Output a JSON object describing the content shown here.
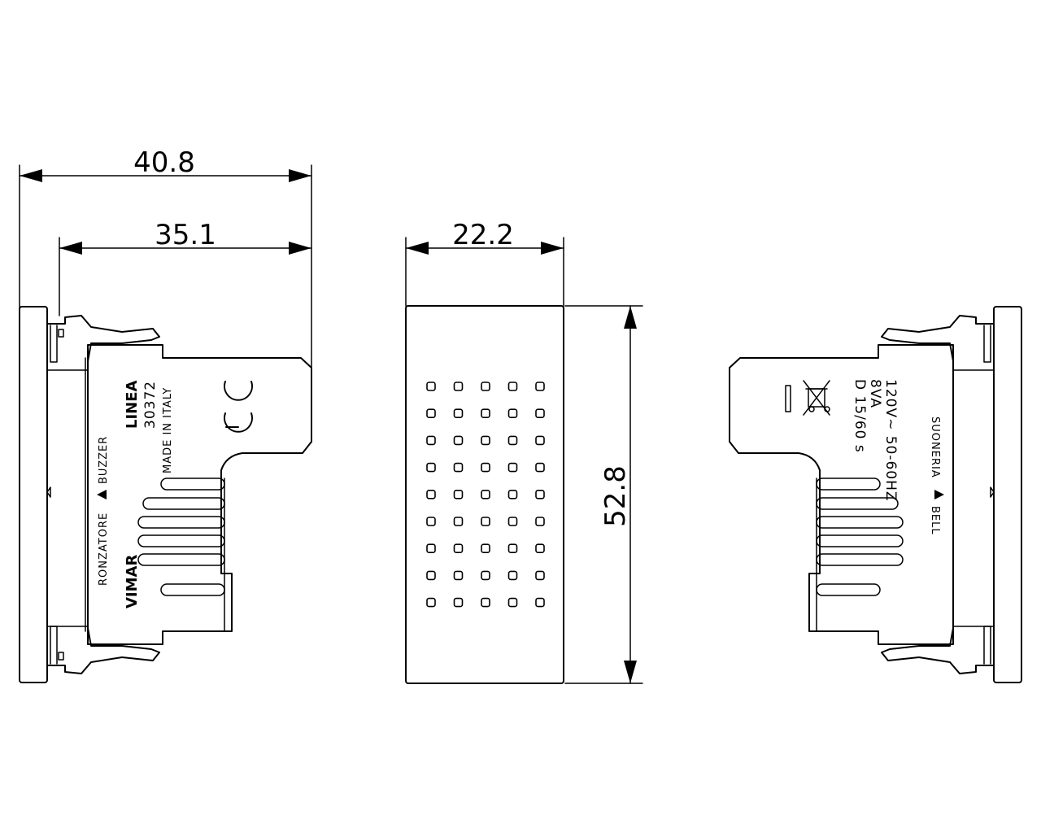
{
  "dimensions": {
    "overall_depth": "40.8",
    "body_depth": "35.1",
    "width": "22.2",
    "height": "52.8"
  },
  "left_side_labels": {
    "brand": "VIMAR",
    "product_type": "RONZATORE",
    "product_type_en": "BUZZER",
    "series": "LINEA",
    "code": "30372",
    "origin": "MADE IN ITALY",
    "mark": "CE"
  },
  "right_side_labels": {
    "product_type": "SUONERIA",
    "product_type_en": "BELL",
    "voltage": "120V~ 50-60HZ",
    "power": "8VA",
    "duty": "D 15/60 s"
  },
  "front_grille": {
    "rows": 9,
    "columns": 5
  }
}
